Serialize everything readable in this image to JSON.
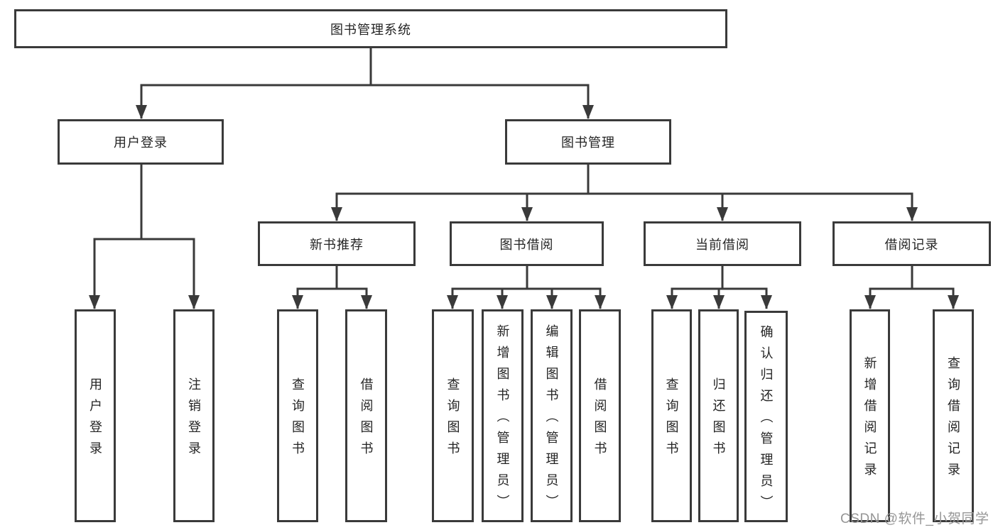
{
  "tree": {
    "root": {
      "label": "图书管理系统"
    },
    "login": {
      "label": "用户登录",
      "children": [
        {
          "label": "用户登录"
        },
        {
          "label": "注销登录"
        }
      ]
    },
    "management": {
      "label": "图书管理",
      "children": [
        {
          "label": "新书推荐",
          "children": [
            {
              "label": "查询图书"
            },
            {
              "label": "借阅图书"
            }
          ]
        },
        {
          "label": "图书借阅",
          "children": [
            {
              "label": "查询图书"
            },
            {
              "label": "新增图书（管理员）"
            },
            {
              "label": "编辑图书（管理员）"
            },
            {
              "label": "借阅图书"
            }
          ]
        },
        {
          "label": "当前借阅",
          "children": [
            {
              "label": "查询图书"
            },
            {
              "label": "归还图书"
            },
            {
              "label": "确认归还（管理员）"
            }
          ]
        },
        {
          "label": "借阅记录",
          "children": [
            {
              "label": "新增借阅记录"
            },
            {
              "label": "查询借阅记录"
            }
          ]
        }
      ]
    }
  },
  "watermark": {
    "text": "CSDN @软件_小贺同学",
    "color": "#969696"
  },
  "colors": {
    "line": "#3a3a3a",
    "text": "#242424",
    "background": "#ffffff"
  }
}
